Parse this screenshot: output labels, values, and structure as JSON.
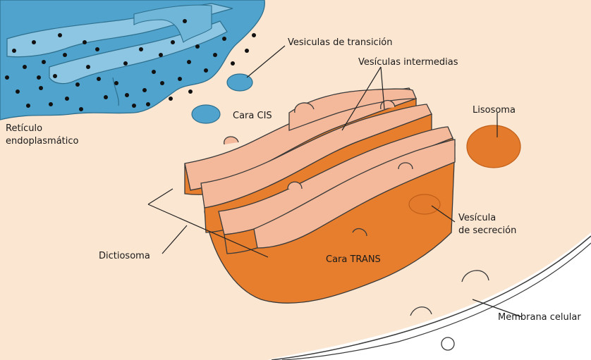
{
  "labels": {
    "transition_vesicles": "Vesiculas de transición",
    "intermediate_vesicles": "Vesículas intermedias",
    "cis_face": "Cara CIS",
    "lysosome": "Lisosoma",
    "reticulum_line1": "Retículo",
    "reticulum_line2": "endoplasmático",
    "secretion_vesicle_line1": "Vesícula",
    "secretion_vesicle_line2": "de secreción",
    "dictyosome": "Dictiosoma",
    "trans_face": "Cara TRANS",
    "cell_membrane": "Membrana celular"
  },
  "colors": {
    "cytoplasm": "#fbe6d2",
    "membrane_fill": "#fdecdc",
    "reticulum": "#4fa3cc",
    "reticulum_light": "#8cc6e2",
    "ribosome": "#111111",
    "golgi_dark": "#e67e2e",
    "golgi_light": "#f4b99a",
    "lysosome": "#e37a2c"
  }
}
